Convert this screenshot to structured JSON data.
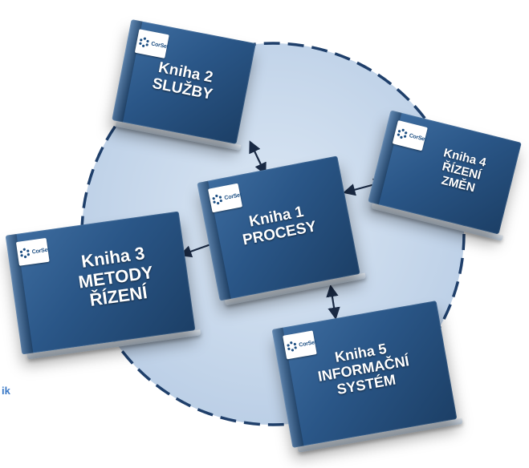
{
  "logo_text": "CorSet",
  "books": [
    {
      "id": "book-1",
      "lines": [
        "Kniha 1",
        "PROCESY"
      ]
    },
    {
      "id": "book-2",
      "lines": [
        "Kniha 2",
        "SLUŽBY"
      ]
    },
    {
      "id": "book-3",
      "lines": [
        "Kniha 3",
        "METODY",
        "ŘÍZENÍ"
      ]
    },
    {
      "id": "book-4",
      "lines": [
        "Kniha 4",
        "ŘÍZENÍ",
        "ZMĚN"
      ]
    },
    {
      "id": "book-5",
      "lines": [
        "Kniha 5",
        "INFORMAČNÍ",
        "SYSTÉM"
      ]
    }
  ],
  "caption": "ik",
  "colors": {
    "circle_fill": "#c9d9ec",
    "circle_stroke": "#1f3f6a",
    "book_dark": "#1c3f66",
    "book_light": "#3f6ea1",
    "arrow": "#1a2a44",
    "caption": "#3a78c6",
    "logo_blue": "#1d4f83"
  }
}
